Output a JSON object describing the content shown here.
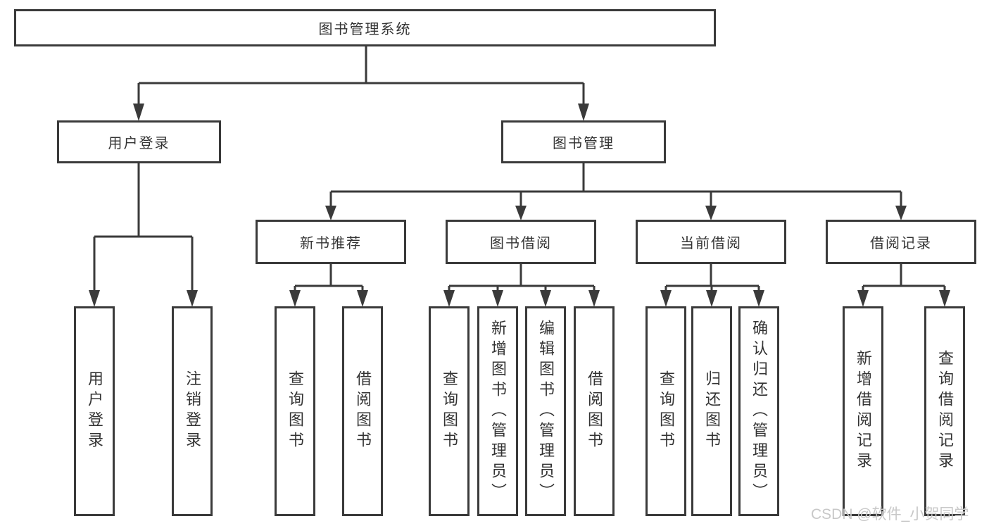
{
  "diagram": {
    "root": {
      "label": "图书管理系统"
    },
    "level2": [
      {
        "label": "用户登录"
      },
      {
        "label": "图书管理"
      }
    ],
    "level3": [
      {
        "label": "新书推荐"
      },
      {
        "label": "图书借阅"
      },
      {
        "label": "当前借阅"
      },
      {
        "label": "借阅记录"
      }
    ],
    "leaves": {
      "user_login": [
        "用户登录",
        "注销登录"
      ],
      "new_book_recommend": [
        "查询图书",
        "借阅图书"
      ],
      "book_borrow": [
        "查询图书",
        "新增图书（管理员）",
        "编辑图书（管理员）",
        "借阅图书"
      ],
      "current_borrow": [
        "查询图书",
        "归还图书",
        "确认归还（管理员）"
      ],
      "borrow_record": [
        "新增借阅记录",
        "查询借阅记录"
      ]
    }
  },
  "watermark": {
    "text": "CSDN @软件_小贺同学"
  },
  "colors": {
    "line": "#3a3a3a",
    "text": "#333333",
    "watermark": "#c8c8c8",
    "background": "#ffffff"
  }
}
